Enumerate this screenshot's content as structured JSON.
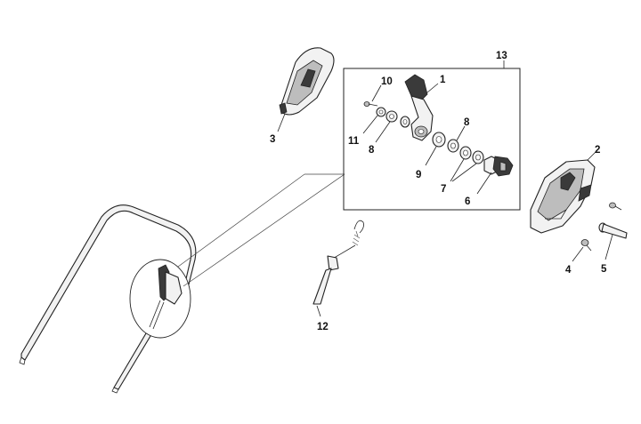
{
  "labels": {
    "p1": "1",
    "p2": "2",
    "p3": "3",
    "p4": "4",
    "p5": "5",
    "p6": "6",
    "p7": "7",
    "p8a": "8",
    "p8b": "8",
    "p9": "9",
    "p10": "10",
    "p11": "11",
    "p12": "12",
    "p13": "13"
  }
}
